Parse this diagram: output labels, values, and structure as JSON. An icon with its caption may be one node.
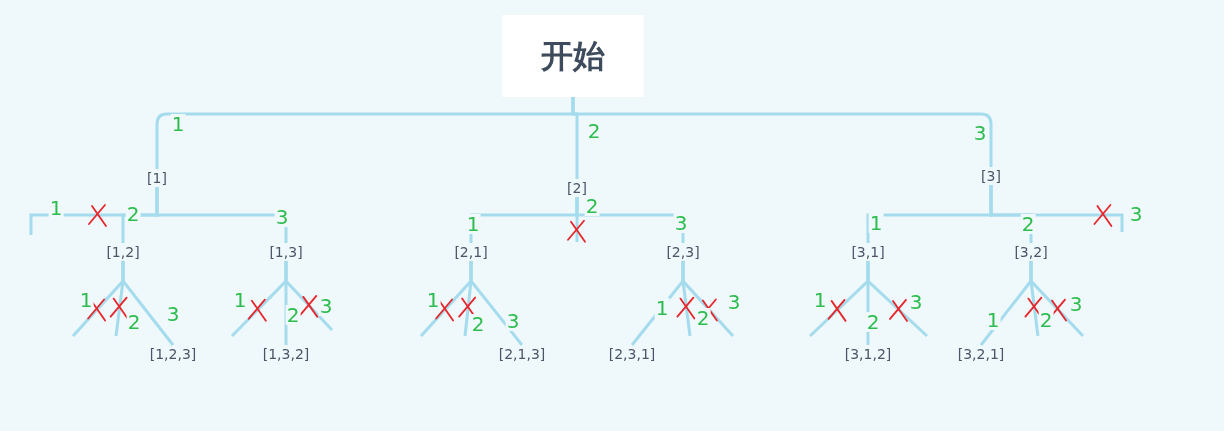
{
  "diagram": {
    "nodes": [
      {
        "text": [
          "开始"
        ]
      },
      {
        "text": [
          "[1]"
        ]
      },
      {
        "text": [
          "[2]"
        ]
      },
      {
        "text": [
          "[3]"
        ]
      },
      {
        "text": [
          "[1,2]"
        ]
      },
      {
        "text": [
          "[1,3]"
        ]
      },
      {
        "text": [
          "[2,1]"
        ]
      },
      {
        "text": [
          "[2,3]"
        ]
      },
      {
        "text": [
          "[3,1]"
        ]
      },
      {
        "text": [
          "[3,2]"
        ]
      },
      {
        "text": [
          "[1,2,3]"
        ]
      },
      {
        "text": [
          "[1,3,2]"
        ]
      },
      {
        "text": [
          "[2,1,3]"
        ]
      },
      {
        "text": [
          "[2,3,1]"
        ]
      },
      {
        "text": [
          "[3,1,2]"
        ]
      },
      {
        "text": [
          "[3,2,1]"
        ]
      }
    ],
    "edges": [
      {
        "from": 0,
        "to": 1,
        "arrow": "none",
        "label": "1"
      },
      {
        "from": 0,
        "to": 2,
        "arrow": "none",
        "label": "2"
      },
      {
        "from": 0,
        "to": 3,
        "arrow": "none",
        "label": "3"
      },
      {
        "from": 1,
        "to": null,
        "arrow": "none",
        "label": "1"
      },
      {
        "from": 1,
        "to": 4,
        "arrow": "none",
        "label": "2"
      },
      {
        "from": 1,
        "to": 5,
        "arrow": "none",
        "label": "3"
      },
      {
        "from": 2,
        "to": 6,
        "arrow": "none",
        "label": "1"
      },
      {
        "from": 2,
        "to": null,
        "arrow": "none",
        "label": "2"
      },
      {
        "from": 2,
        "to": 7,
        "arrow": "none",
        "label": "3"
      },
      {
        "from": 3,
        "to": 8,
        "arrow": "none",
        "label": "1"
      },
      {
        "from": 3,
        "to": 9,
        "arrow": "none",
        "label": "2"
      },
      {
        "from": 3,
        "to": null,
        "arrow": "none",
        "label": "3"
      },
      {
        "from": 4,
        "to": null,
        "arrow": "none",
        "label": "1"
      },
      {
        "from": 4,
        "to": null,
        "arrow": "none",
        "label": "2"
      },
      {
        "from": 4,
        "to": 10,
        "arrow": "none",
        "label": "3"
      },
      {
        "from": 5,
        "to": null,
        "arrow": "none",
        "label": "1"
      },
      {
        "from": 5,
        "to": 11,
        "arrow": "none",
        "label": "2"
      },
      {
        "from": 5,
        "to": null,
        "arrow": "none",
        "label": "3"
      },
      {
        "from": 6,
        "to": null,
        "arrow": "none",
        "label": "1"
      },
      {
        "from": 6,
        "to": null,
        "arrow": "none",
        "label": "2"
      },
      {
        "from": 6,
        "to": 12,
        "arrow": "none",
        "label": "3"
      },
      {
        "from": 7,
        "to": 13,
        "arrow": "none",
        "label": "1"
      },
      {
        "from": 7,
        "to": null,
        "arrow": "none",
        "label": "2"
      },
      {
        "from": 7,
        "to": null,
        "arrow": "none",
        "label": "3"
      },
      {
        "from": 8,
        "to": null,
        "arrow": "none",
        "label": "1"
      },
      {
        "from": 8,
        "to": 14,
        "arrow": "none",
        "label": "2"
      },
      {
        "from": 8,
        "to": null,
        "arrow": "none",
        "label": "3"
      },
      {
        "from": 9,
        "to": 15,
        "arrow": "none",
        "label": "1"
      },
      {
        "from": 9,
        "to": null,
        "arrow": "none",
        "label": "2"
      },
      {
        "from": 9,
        "to": null,
        "arrow": "none",
        "label": "3"
      }
    ]
  }
}
